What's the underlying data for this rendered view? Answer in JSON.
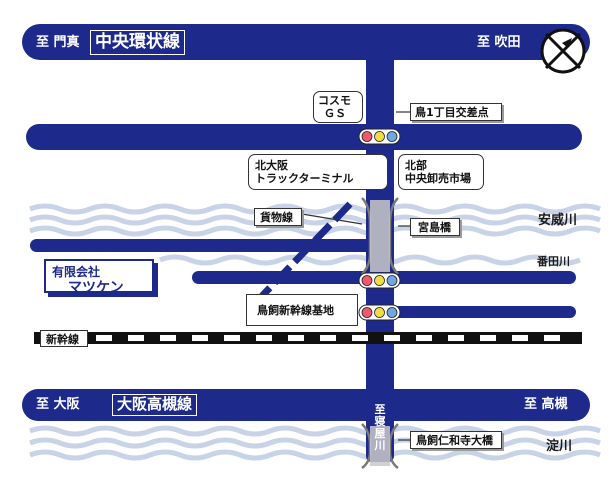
{
  "roads": {
    "chuo_kanjo": {
      "name": "中央環状線",
      "west_to": "至 門真",
      "east_to": "至 吹田"
    },
    "osaka_takatsuki": {
      "name": "大阪高槻線",
      "west_to": "至 大阪",
      "east_to": "至 高槻"
    },
    "north_south_to": "至寝屋川"
  },
  "rail": {
    "shinkansen": "新幹線",
    "freight": "貨物線"
  },
  "rivers": {
    "ai": "安威川",
    "banda": "番田川",
    "yodo": "淀川"
  },
  "bridges": {
    "miyajima": "宮島橋",
    "torikai_niwadera": "鳥飼仁和寺大橋"
  },
  "intersection": "鳥1丁目交差点",
  "places": {
    "cosmo_gs": {
      "line1": "コスモ",
      "line2": "ＧＳ"
    },
    "kita_osaka_truck": {
      "line1": "北大阪",
      "line2": "トラックターミナル"
    },
    "hokubu_market": {
      "line1": "北部",
      "line2": "中央卸売市場"
    },
    "shinkansen_base": "鳥飼新幹線基地"
  },
  "company": {
    "line1": "有限会社",
    "line2": "マツケン"
  },
  "colors": {
    "road": "#1d2a8c",
    "river_wave": "#c8d3e8",
    "signal_red": "#f2586b",
    "signal_yellow": "#f2dc47",
    "signal_blue": "#6fa7e0"
  }
}
